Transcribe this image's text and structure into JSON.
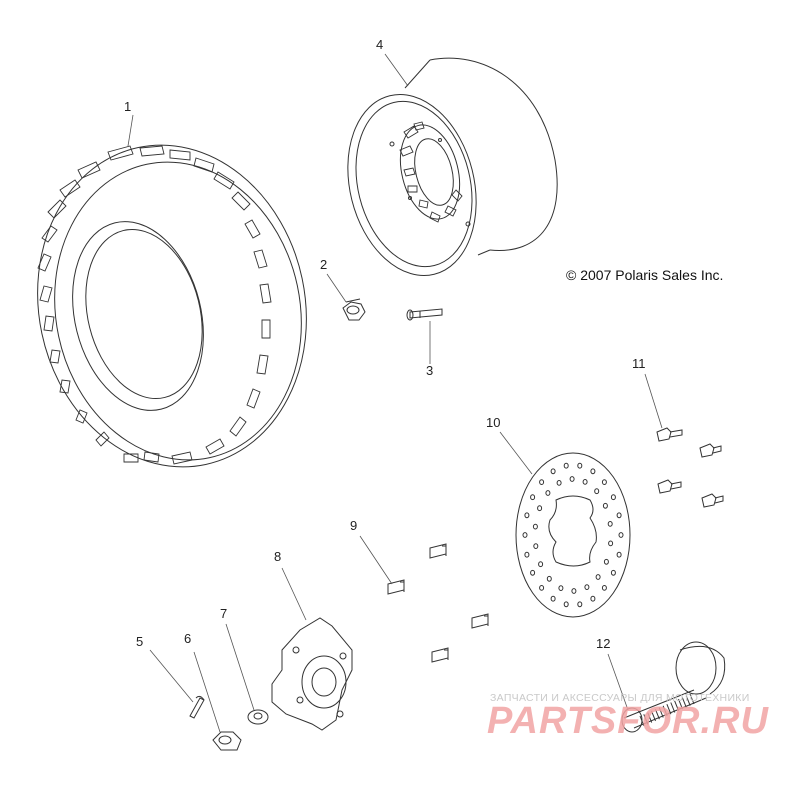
{
  "copyright": "© 2007 Polaris Sales Inc.",
  "callouts": [
    {
      "id": "1",
      "label": "1"
    },
    {
      "id": "2",
      "label": "2"
    },
    {
      "id": "3",
      "label": "3"
    },
    {
      "id": "4",
      "label": "4"
    },
    {
      "id": "5",
      "label": "5"
    },
    {
      "id": "6",
      "label": "6"
    },
    {
      "id": "7",
      "label": "7"
    },
    {
      "id": "8",
      "label": "8"
    },
    {
      "id": "9",
      "label": "9"
    },
    {
      "id": "10",
      "label": "10"
    },
    {
      "id": "11",
      "label": "11"
    },
    {
      "id": "12",
      "label": "12"
    }
  ],
  "watermark": {
    "small_text": "ЗАПЧАСТИ И АКСЕССУАРЫ ДЛЯ МОТОТЕХНИКИ",
    "logo_text": "PARTSFOR.RU"
  },
  "colors": {
    "line": "#333333",
    "watermark_red": "#f2a4a4",
    "watermark_gray": "#c9c9c9"
  }
}
